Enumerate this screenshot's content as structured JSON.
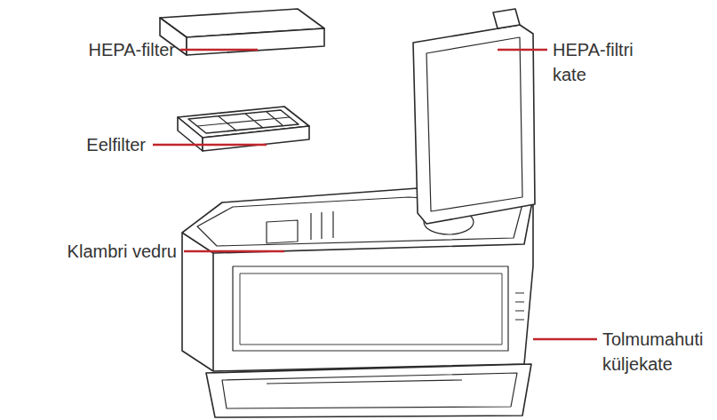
{
  "diagram": {
    "labels": [
      "HEPA-filter",
      "Eelfilter",
      "Klambri vedru",
      "HEPA-filtri kate",
      "Tolmumahuti küljekate"
    ]
  }
}
